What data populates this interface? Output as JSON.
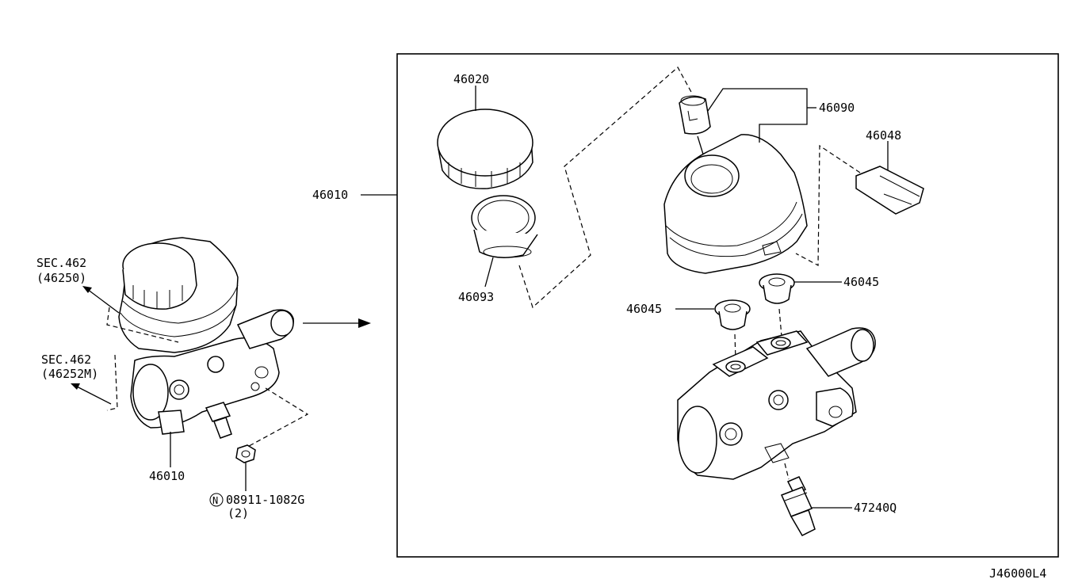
{
  "labels": {
    "sec462_top": "SEC.462",
    "sec462_top_ref": "(46250)",
    "sec462_bottom": "SEC.462",
    "sec462_bottom_ref": "(46252M)",
    "assembly_left": "46010",
    "bolt_symbol": "N",
    "bolt_part": "08911-1082G",
    "bolt_qty": "(2)",
    "assembly_frame": "46010",
    "cap": "46020",
    "strainer": "46093",
    "reservoir": "46090",
    "grommet_plug": "46048",
    "grommet_right": "46045",
    "grommet_left": "46045",
    "sensor": "47240Q",
    "diagram_code": "J46000L4"
  }
}
